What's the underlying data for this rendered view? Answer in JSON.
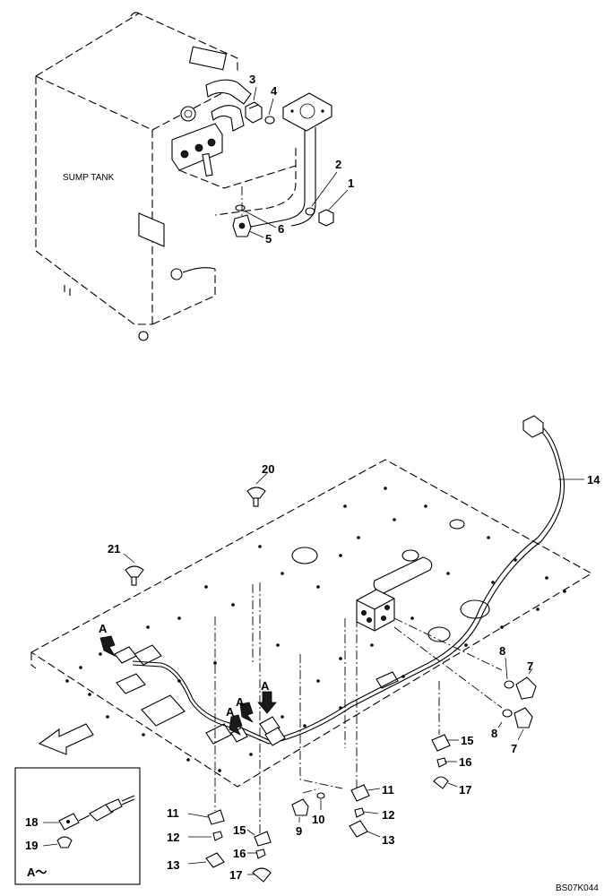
{
  "drawing_code": "BS07K044",
  "tank_label": "SUMP TANK",
  "detail": {
    "view_label": "A～",
    "arrow_label": "A"
  },
  "parts": {
    "p1": "1",
    "p2": "2",
    "p3": "3",
    "p4": "4",
    "p5": "5",
    "p6": "6",
    "p7": "7",
    "p8": "8",
    "p9": "9",
    "p10": "10",
    "p11": "11",
    "p12": "12",
    "p13": "13",
    "p14": "14",
    "p15": "15",
    "p16": "16",
    "p17": "17",
    "p18": "18",
    "p19": "19",
    "p20": "20",
    "p21": "21"
  }
}
